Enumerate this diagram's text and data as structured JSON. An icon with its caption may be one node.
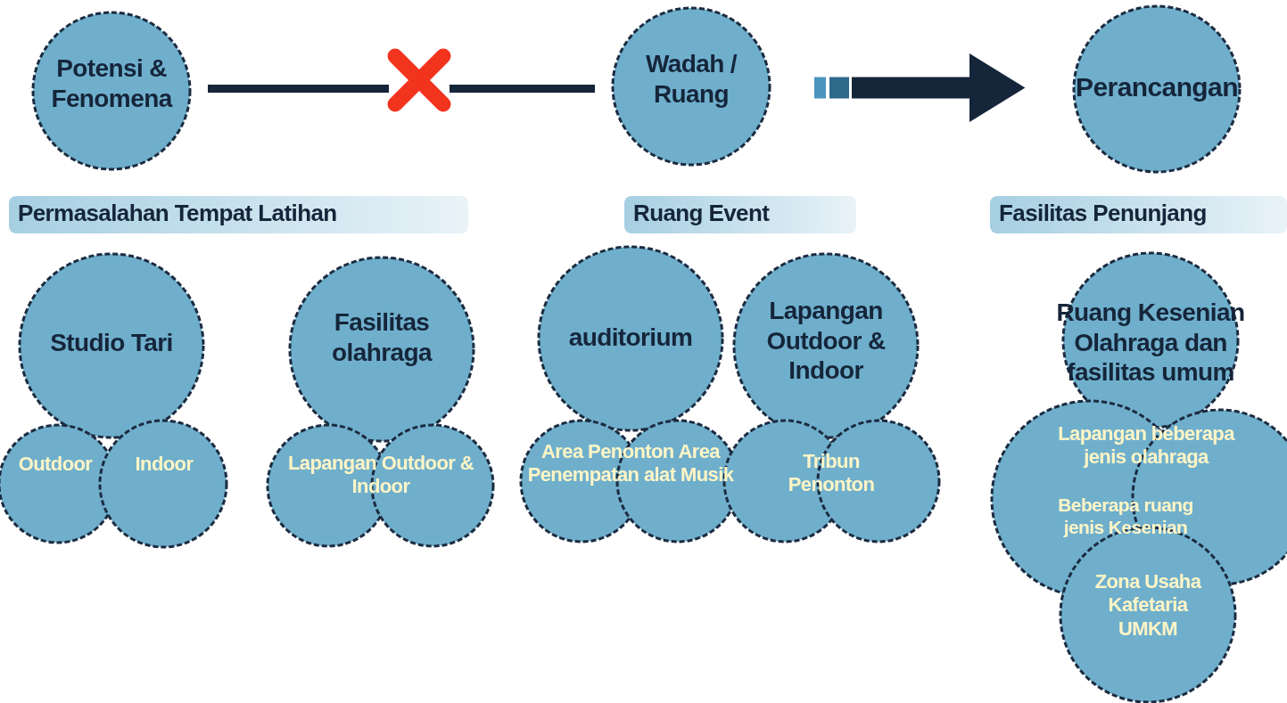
{
  "diagram": {
    "nodes": [
      {
        "text": [
          "Potensi & Fenomena"
        ]
      },
      {
        "text": [
          "Wadah / Ruang"
        ]
      },
      {
        "text": [
          "Perancangan"
        ]
      },
      {
        "text": [
          "Permasalahan Tempat Latihan"
        ]
      },
      {
        "text": [
          "Ruang Event"
        ]
      },
      {
        "text": [
          "Fasilitas Penunjang"
        ]
      },
      {
        "text": [
          "Studio Tari"
        ]
      },
      {
        "text": [
          "Outdoor"
        ]
      },
      {
        "text": [
          "Indoor"
        ]
      },
      {
        "text": [
          "Fasilitas olahraga"
        ]
      },
      {
        "text": [
          "Lapangan Outdoor & Indoor"
        ]
      },
      {
        "text": [],
        "shape": "circle"
      },
      {
        "text": [
          "auditorium"
        ]
      },
      {
        "text": [
          "Area Penonton Area Penempatan alat Musik"
        ]
      },
      {
        "text": [],
        "shape": "circle"
      },
      {
        "text": [
          "Lapangan Outdoor & Indoor"
        ]
      },
      {
        "text": [
          "Tribun Penonton"
        ]
      },
      {
        "text": [],
        "shape": "circle"
      },
      {
        "text": [
          "Ruang Kesenian Olahraga dan fasilitas umum"
        ]
      },
      {
        "text": [
          "Lapangan beberapa jenis olahraga",
          "Beberapa ruang jenis Kesenian"
        ]
      },
      {
        "text": [],
        "shape": "circle"
      },
      {
        "text": [
          "Zona Usaha Kafetaria UMKM"
        ]
      }
    ],
    "edges": [
      {
        "from": 0,
        "to": 1,
        "arrow": "none"
      },
      {
        "from": 1,
        "to": 2,
        "arrow": "to",
        "style": "thick"
      }
    ]
  }
}
